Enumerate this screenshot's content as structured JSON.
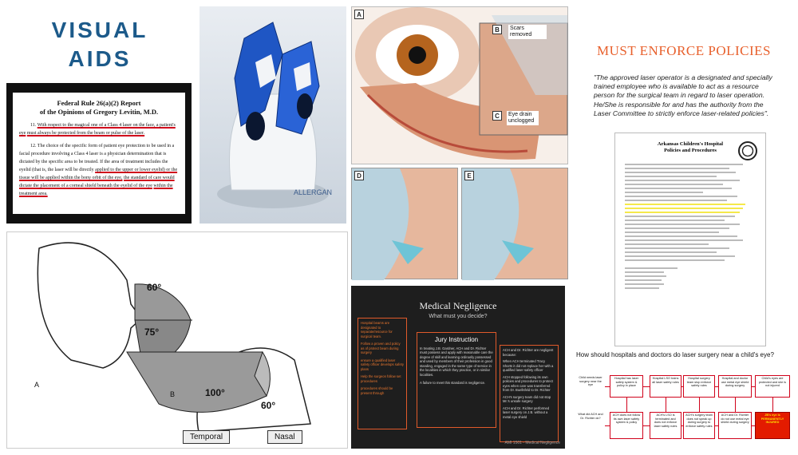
{
  "colors": {
    "title": "#1c5a8a",
    "accent": "#e8602c",
    "flow_red": "#d0021b"
  },
  "title": {
    "line1": "VISUAL",
    "line2": "AIDS"
  },
  "federal_rule": {
    "heading_1": "Federal Rule 26(a)(2) Report",
    "heading_2": "of the Opinions of Gregory Levitin, M.D.",
    "para_11_num": "11.",
    "para_11_a": "With respect to the magical one of a Class 4 laser on the face, a patient's eye",
    "para_11_b": "must always be protected from the beam or pulse of the laser.",
    "para_12_num": "12.",
    "para_12_a": "The choice of the specific form of patient eye protection to be used in a facial",
    "para_12_b": "procedure involving a Class 4 laser is a physician determination that is dictated by the specific",
    "para_12_c": "area to be treated.  If the area of treatment includes the eyelid (that is, the laser will be directly",
    "para_12_d": "applied to the upper or lower eyelid) or the tissue will be applied within the bony orbit of the eye,",
    "para_12_e": "the standard of care would dictate the placement of a corneal shield beneath the eyelid of the eye",
    "para_12_f": "within the treatment area."
  },
  "goggles": {
    "brand": "ALLERGAN"
  },
  "eye": {
    "label_a": "A",
    "label_b": "B",
    "label_c": "C",
    "label_d": "D",
    "label_e": "E",
    "callout_b": "Scars removed",
    "callout_c": "Eye drain unclogged"
  },
  "policy": {
    "heading": "MUST ENFORCE POLICIES",
    "quote": "\"The approved laser operator is a designated and specially trained employee who is available to act as a resource person for the surgical team in regard to laser operation.  He/She is responsible for and has the authority from the Laser Committee to strictly enforce laser-related policies\".",
    "doc_title_1": "Arkansas Children's Hospital",
    "doc_title_2": "Policies and Procedures"
  },
  "face": {
    "angle_60": "60°",
    "angle_75": "75°",
    "angle_100": "100°",
    "angle_60b": "60°",
    "label_a": "A",
    "label_b": "B",
    "temporal": "Temporal",
    "nasal": "Nasal"
  },
  "negligence": {
    "title": "Medical Negligence",
    "subtitle": "What must you decide?",
    "left_1": "Hospital beams are designated to separate/resource for surgical team.",
    "left_2": "Follow a proven and policy as of protect beam during surgery",
    "left_3": "ensure a qualified laser safety officer develops safety plans",
    "left_4": "Help the surgeon follow set procedures",
    "left_5": "procedures should be present through",
    "jury_title": "Jury Instruction",
    "jury_text": "In treating J.B. Gardner, ACH and Dr. Richter must possess and apply with reasonable care the degree of skill and learning ordinarily possessed and used by members of their profession in good standing, engaged in the same type of service in the localities in which they practice, or in similar localities.",
    "jury_text_2": "A failure to meet this standard is negligence.",
    "right_1": "ACH and Dr. Richter are negligent because:",
    "right_2": "When ACH terminated Tracy Shorts it did not replace her with a qualified laser safety officer",
    "right_3": "ACH stopped following its own policies and procedures to protect eyes when care was transferred from Dr. Buellsfeld to Dr. Richter",
    "right_4": "ACH's surgery team did not stop Mr.'s unsafe surgery",
    "right_5": "ACH and Dr. Richter performed laser surgery on J.B. without a metal eye shield",
    "footer": "AMI 1501 - Medical Negligence"
  },
  "flow": {
    "question": "How should hospitals and doctors do laser surgery near a child's eye?",
    "top": [
      "Child needs laser surgery near the eye",
      "Hospital has laser safety system & policy in place",
      "Hospital LSO trains all laser safety rules",
      "Hospital surgery team stop enforce safety rules",
      "Hospital and doctor use metal eye shield during surgery",
      "Child's eyes are protected and she is not injured"
    ],
    "bottom": [
      "What did ACH and Dr. Richter do?",
      "ACH does not follow its own laser safety system & policy",
      "ACH's LSO is terminated and does not enforce laser safety rules",
      "ACH's surgery team does not speak up during surgery to enforce safety rules",
      "ACH and Dr. Richter do not use metal eye shield during surgery",
      "JB's eye is PERMANENTLY INJURED"
    ]
  }
}
